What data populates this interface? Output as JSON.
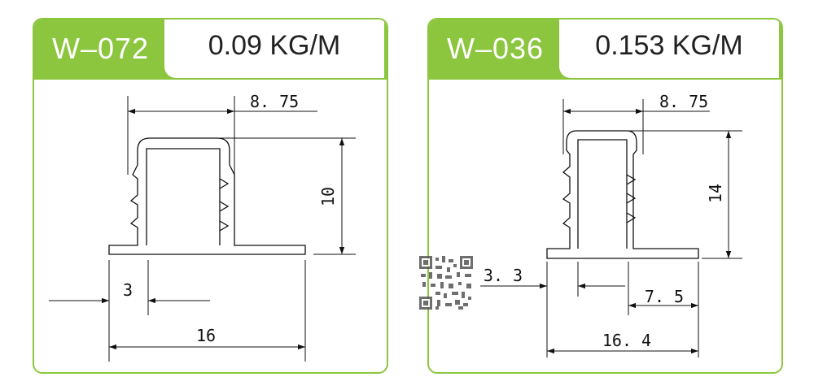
{
  "cards": [
    {
      "code": "W–072",
      "weight": "0.09 KG/M",
      "dims": {
        "top_width": "8. 75",
        "height": "10",
        "thickness": "3",
        "base_width": "16"
      }
    },
    {
      "code": "W–036",
      "weight": "0.153 KG/M",
      "dims": {
        "top_width": "8. 75",
        "height": "14",
        "thickness": "3. 3",
        "flange": "7. 5",
        "base_width": "16. 4"
      }
    }
  ],
  "colors": {
    "accent": "#8cc63f",
    "line": "#111111"
  },
  "icons": {
    "qr": "qr-code-icon"
  }
}
